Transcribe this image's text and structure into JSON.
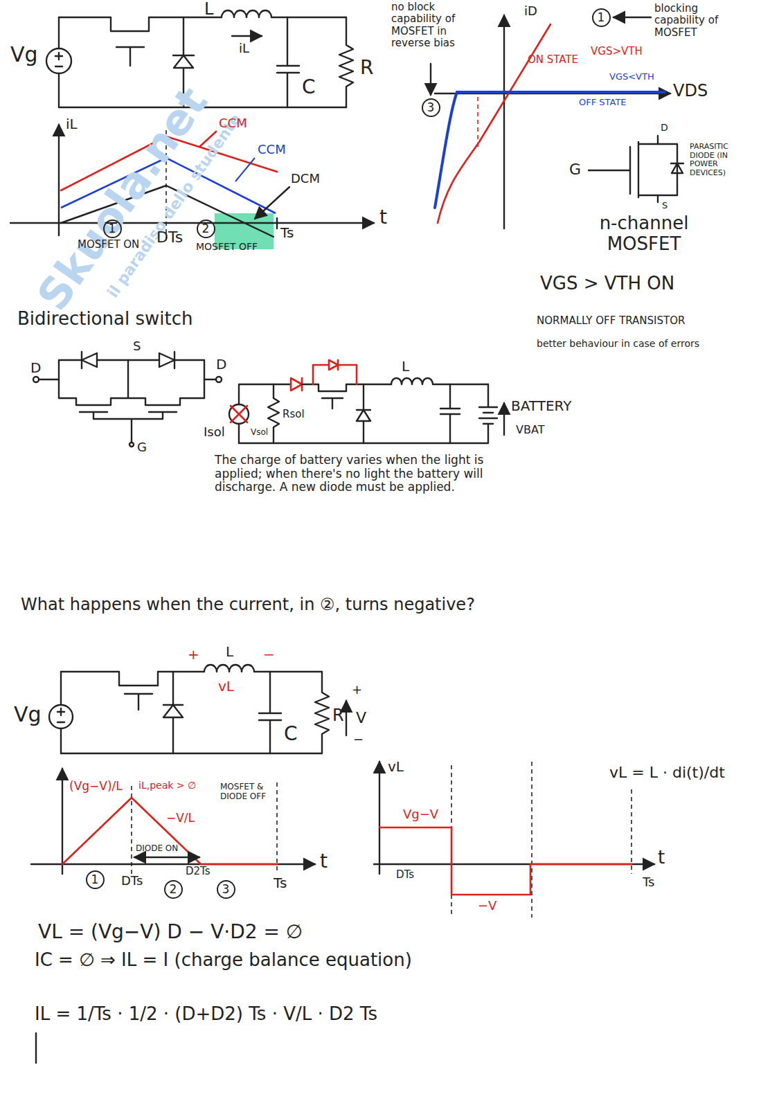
{
  "diagram": {
    "nodes": [
      {
        "text": [
          "1"
        ]
      },
      {
        "text": [
          "3"
        ]
      },
      {
        "text": [
          "1"
        ]
      },
      {
        "text": [
          "2"
        ]
      },
      {
        "text": [
          "1"
        ]
      },
      {
        "text": [
          "2"
        ]
      },
      {
        "text": [
          "3"
        ]
      }
    ],
    "labels": [
      "Vg",
      "L",
      "iL",
      "C",
      "R",
      "no block capability of MOSFET in reverse bias",
      "iD",
      "blocking capability of MOSFET",
      "ON STATE",
      "VGS>VTH",
      "VGS<VTH",
      "VDS",
      "OFF STATE",
      "D",
      "G",
      "S",
      "PARASITIC DIODE (IN POWER DEVICES)",
      "n-channel MOSFET",
      "VGS > VTH ON",
      "NORMALLY OFF TRANSISTOR",
      "better behaviour in case of errors",
      "iL",
      "CCM",
      "CCM",
      "DCM",
      "t",
      "MOSFET ON",
      "DTs",
      "MOSFET OFF",
      "Ts",
      "Bidirectional switch",
      "S",
      "D",
      "D",
      "G",
      "Isol",
      "Vsol",
      "Rsol",
      "L",
      "BATTERY",
      "VBAT",
      "The charge of battery varies when the light is applied; when there's no light the battery will discharge. A new diode must be applied.",
      "What happens when the current, in ②, turns negative?",
      "+",
      "L",
      "−",
      "vL",
      "Vg",
      "C",
      "R",
      "+",
      "V",
      "−",
      "(Vg−V)/L",
      "iL,peak > ∅",
      "−V/L",
      "MOSFET & DIODE OFF",
      "DIODE ON",
      "D2Ts",
      "DTs",
      "t",
      "Ts",
      "vL",
      "Vg−V",
      "DTs",
      "−V",
      "t",
      "Ts",
      "vL = L · di(t)/dt",
      "VL = (Vg−V) D − V·D2 = ∅",
      "IC = ∅ ⇒ IL = I (charge balance equation)",
      "IL = 1/Ts · 1/2 · (D+D2) Ts · V/L · D2 Ts",
      "Skuola.net",
      "il paradiso dello studente"
    ]
  }
}
